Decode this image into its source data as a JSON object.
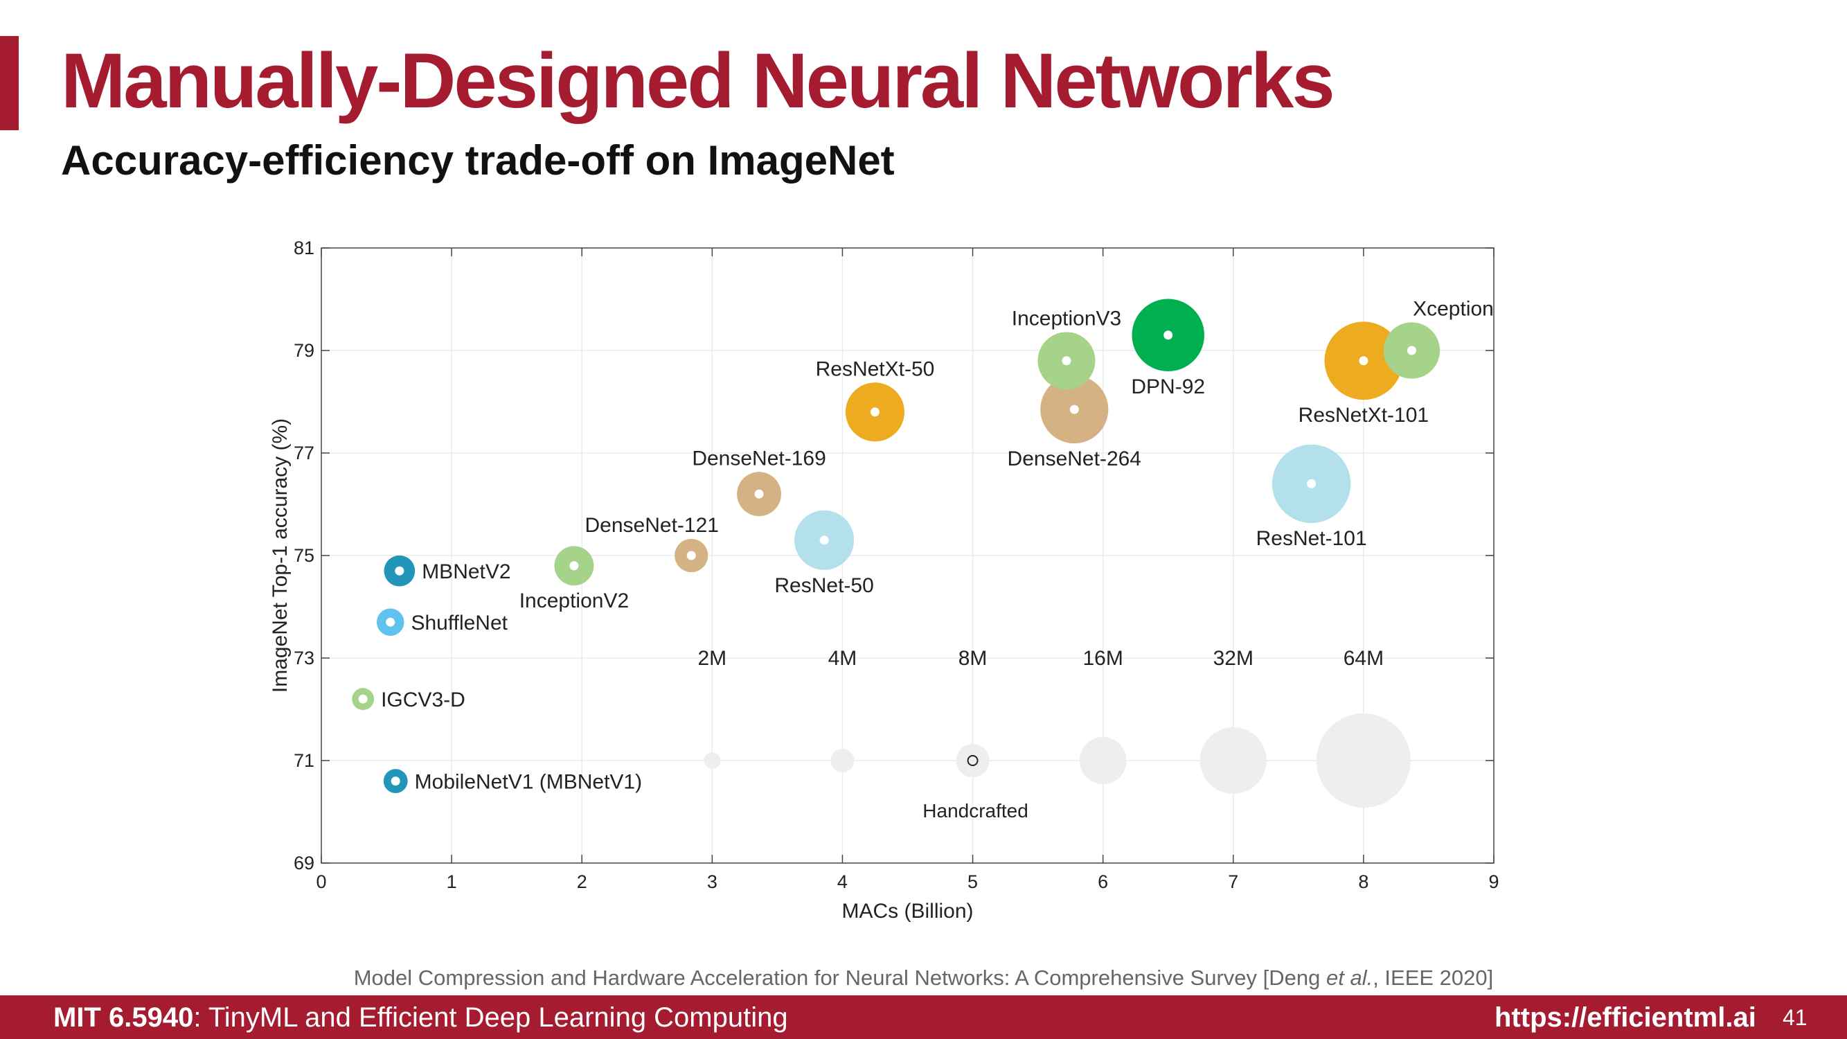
{
  "slide": {
    "title": "Manually-Designed Neural Networks",
    "subtitle": "Accuracy-efficiency trade-off on ImageNet",
    "citation_main": "Model Compression and Hardware Acceleration for Neural Networks: A Comprehensive Survey [Deng ",
    "citation_em": "et al.",
    "citation_end": ", IEEE 2020]",
    "footer_course": "MIT 6.5940",
    "footer_course_rest": ": TinyML and Efficient Deep Learning Computing",
    "footer_url": "https://efficientml.ai",
    "page_number": "41",
    "accent_color": "#a51c30"
  },
  "chart_data": {
    "type": "scatter",
    "subtype": "bubble",
    "xlabel": "MACs (Billion)",
    "ylabel": "ImageNet Top-1 accuracy (%)",
    "xlim": [
      0,
      9
    ],
    "ylim": [
      69,
      81
    ],
    "xticks": [
      0,
      1,
      2,
      3,
      4,
      5,
      6,
      7,
      8,
      9
    ],
    "yticks": [
      69,
      71,
      73,
      75,
      77,
      79,
      81
    ],
    "grid": true,
    "size_legend": {
      "labels": [
        "2M",
        "4M",
        "8M",
        "16M",
        "32M",
        "64M"
      ],
      "params_m": [
        2,
        4,
        8,
        16,
        32,
        64
      ],
      "x": [
        3,
        4,
        5,
        6,
        7,
        8
      ],
      "y": 71,
      "label_y": 73,
      "color": "#eeeeee",
      "marker_label": "Handcrafted"
    },
    "points": [
      {
        "name": "MobileNetV1 (MBNetV1)",
        "x": 0.57,
        "y": 70.6,
        "params_m": 4.2,
        "color": "#2196b8",
        "label_pos": "right"
      },
      {
        "name": "IGCV3-D",
        "x": 0.32,
        "y": 72.2,
        "params_m": 3.5,
        "color": "#a6d38a",
        "label_pos": "right"
      },
      {
        "name": "ShuffleNet",
        "x": 0.53,
        "y": 73.7,
        "params_m": 5.4,
        "color": "#5ec3ee",
        "label_pos": "right"
      },
      {
        "name": "MBNetV2",
        "x": 0.6,
        "y": 74.7,
        "params_m": 6.9,
        "color": "#2196b8",
        "label_pos": "right"
      },
      {
        "name": "InceptionV2",
        "x": 1.94,
        "y": 74.8,
        "params_m": 11.2,
        "color": "#a6d38a",
        "label_pos": "below"
      },
      {
        "name": "DenseNet-121",
        "x": 2.84,
        "y": 75.0,
        "params_m": 8.0,
        "color": "#d4b283",
        "label_pos": "above"
      },
      {
        "name": "DenseNet-169",
        "x": 3.36,
        "y": 76.2,
        "params_m": 14.1,
        "color": "#d4b283",
        "label_pos": "above"
      },
      {
        "name": "ResNet-50",
        "x": 3.86,
        "y": 75.3,
        "params_m": 25.6,
        "color": "#b3e0ea",
        "label_pos": "below"
      },
      {
        "name": "ResNetXt-50",
        "x": 4.25,
        "y": 77.8,
        "params_m": 25.0,
        "color": "#edac1f",
        "label_pos": "above"
      },
      {
        "name": "DenseNet-264",
        "x": 5.78,
        "y": 77.85,
        "params_m": 33.3,
        "color": "#d4b283",
        "label_pos": "below"
      },
      {
        "name": "InceptionV3",
        "x": 5.72,
        "y": 78.8,
        "params_m": 23.8,
        "color": "#a6d38a",
        "label_pos": "above"
      },
      {
        "name": "DPN-92",
        "x": 6.5,
        "y": 79.3,
        "params_m": 37.8,
        "color": "#00b050",
        "label_pos": "below"
      },
      {
        "name": "ResNet-101",
        "x": 7.6,
        "y": 76.4,
        "params_m": 44.5,
        "color": "#b3e0ea",
        "label_pos": "below"
      },
      {
        "name": "ResNetXt-101",
        "x": 8.0,
        "y": 78.8,
        "params_m": 44.0,
        "color": "#edac1f",
        "label_pos": "below"
      },
      {
        "name": "Xception",
        "x": 8.37,
        "y": 79.0,
        "params_m": 22.9,
        "color": "#a6d38a",
        "label_pos": "above"
      }
    ]
  }
}
